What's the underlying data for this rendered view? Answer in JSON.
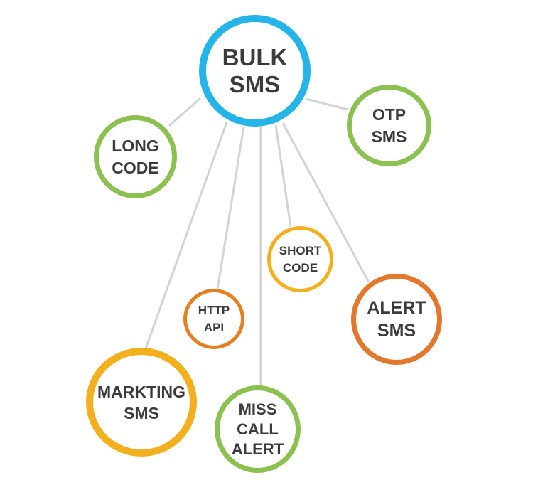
{
  "nodes": {
    "bulk_sms": {
      "lines": [
        "BULK",
        "SMS"
      ]
    },
    "long_code": {
      "lines": [
        "LONG",
        "CODE"
      ]
    },
    "otp_sms": {
      "lines": [
        "OTP",
        "SMS"
      ]
    },
    "short_code": {
      "lines": [
        "SHORT",
        "CODE"
      ]
    },
    "http_api": {
      "lines": [
        "HTTP",
        "API"
      ]
    },
    "alert_sms": {
      "lines": [
        "ALERT",
        "SMS"
      ]
    },
    "markting_sms": {
      "lines": [
        "MARKTING",
        "SMS"
      ]
    },
    "miss_call_alert": {
      "lines": [
        "MISS",
        "CALL",
        "ALERT"
      ]
    }
  },
  "colors": {
    "hub": "#25b4e7",
    "green": "#8cc152",
    "yellow": "#f2b01e",
    "orange": "#e67e22",
    "connector": "#d3d3d3",
    "text": "#3b3b3b"
  }
}
